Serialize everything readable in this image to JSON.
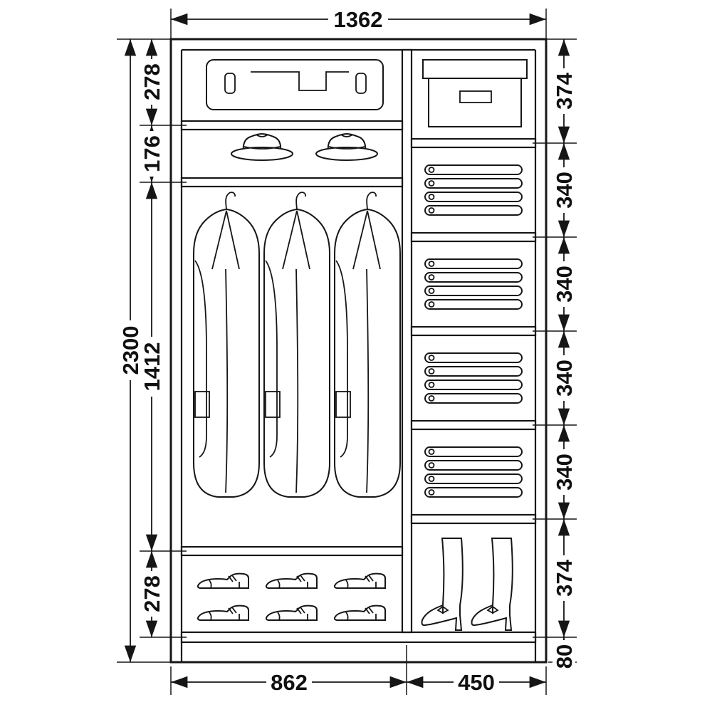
{
  "diagram": {
    "kind": "wardrobe-technical-drawing",
    "items": {
      "top_left_shelf": "suitcase",
      "second_left_shelf": "two-hats",
      "hanging_section": "three-coats-on-hangers",
      "bottom_left_shelf": "six-shoes-two-rows",
      "top_right_shelf": "storage-box",
      "right_shelves": "folded-clothes-stacks-x4",
      "bottom_right_shelf": "pair-of-high-heel-boots"
    }
  },
  "dims": {
    "width": "1362",
    "height": "2300",
    "left": [
      "278",
      "176",
      "1412",
      "278"
    ],
    "right": [
      "374",
      "340",
      "340",
      "340",
      "340",
      "374",
      "80"
    ],
    "bottom": [
      "862",
      "450"
    ]
  }
}
